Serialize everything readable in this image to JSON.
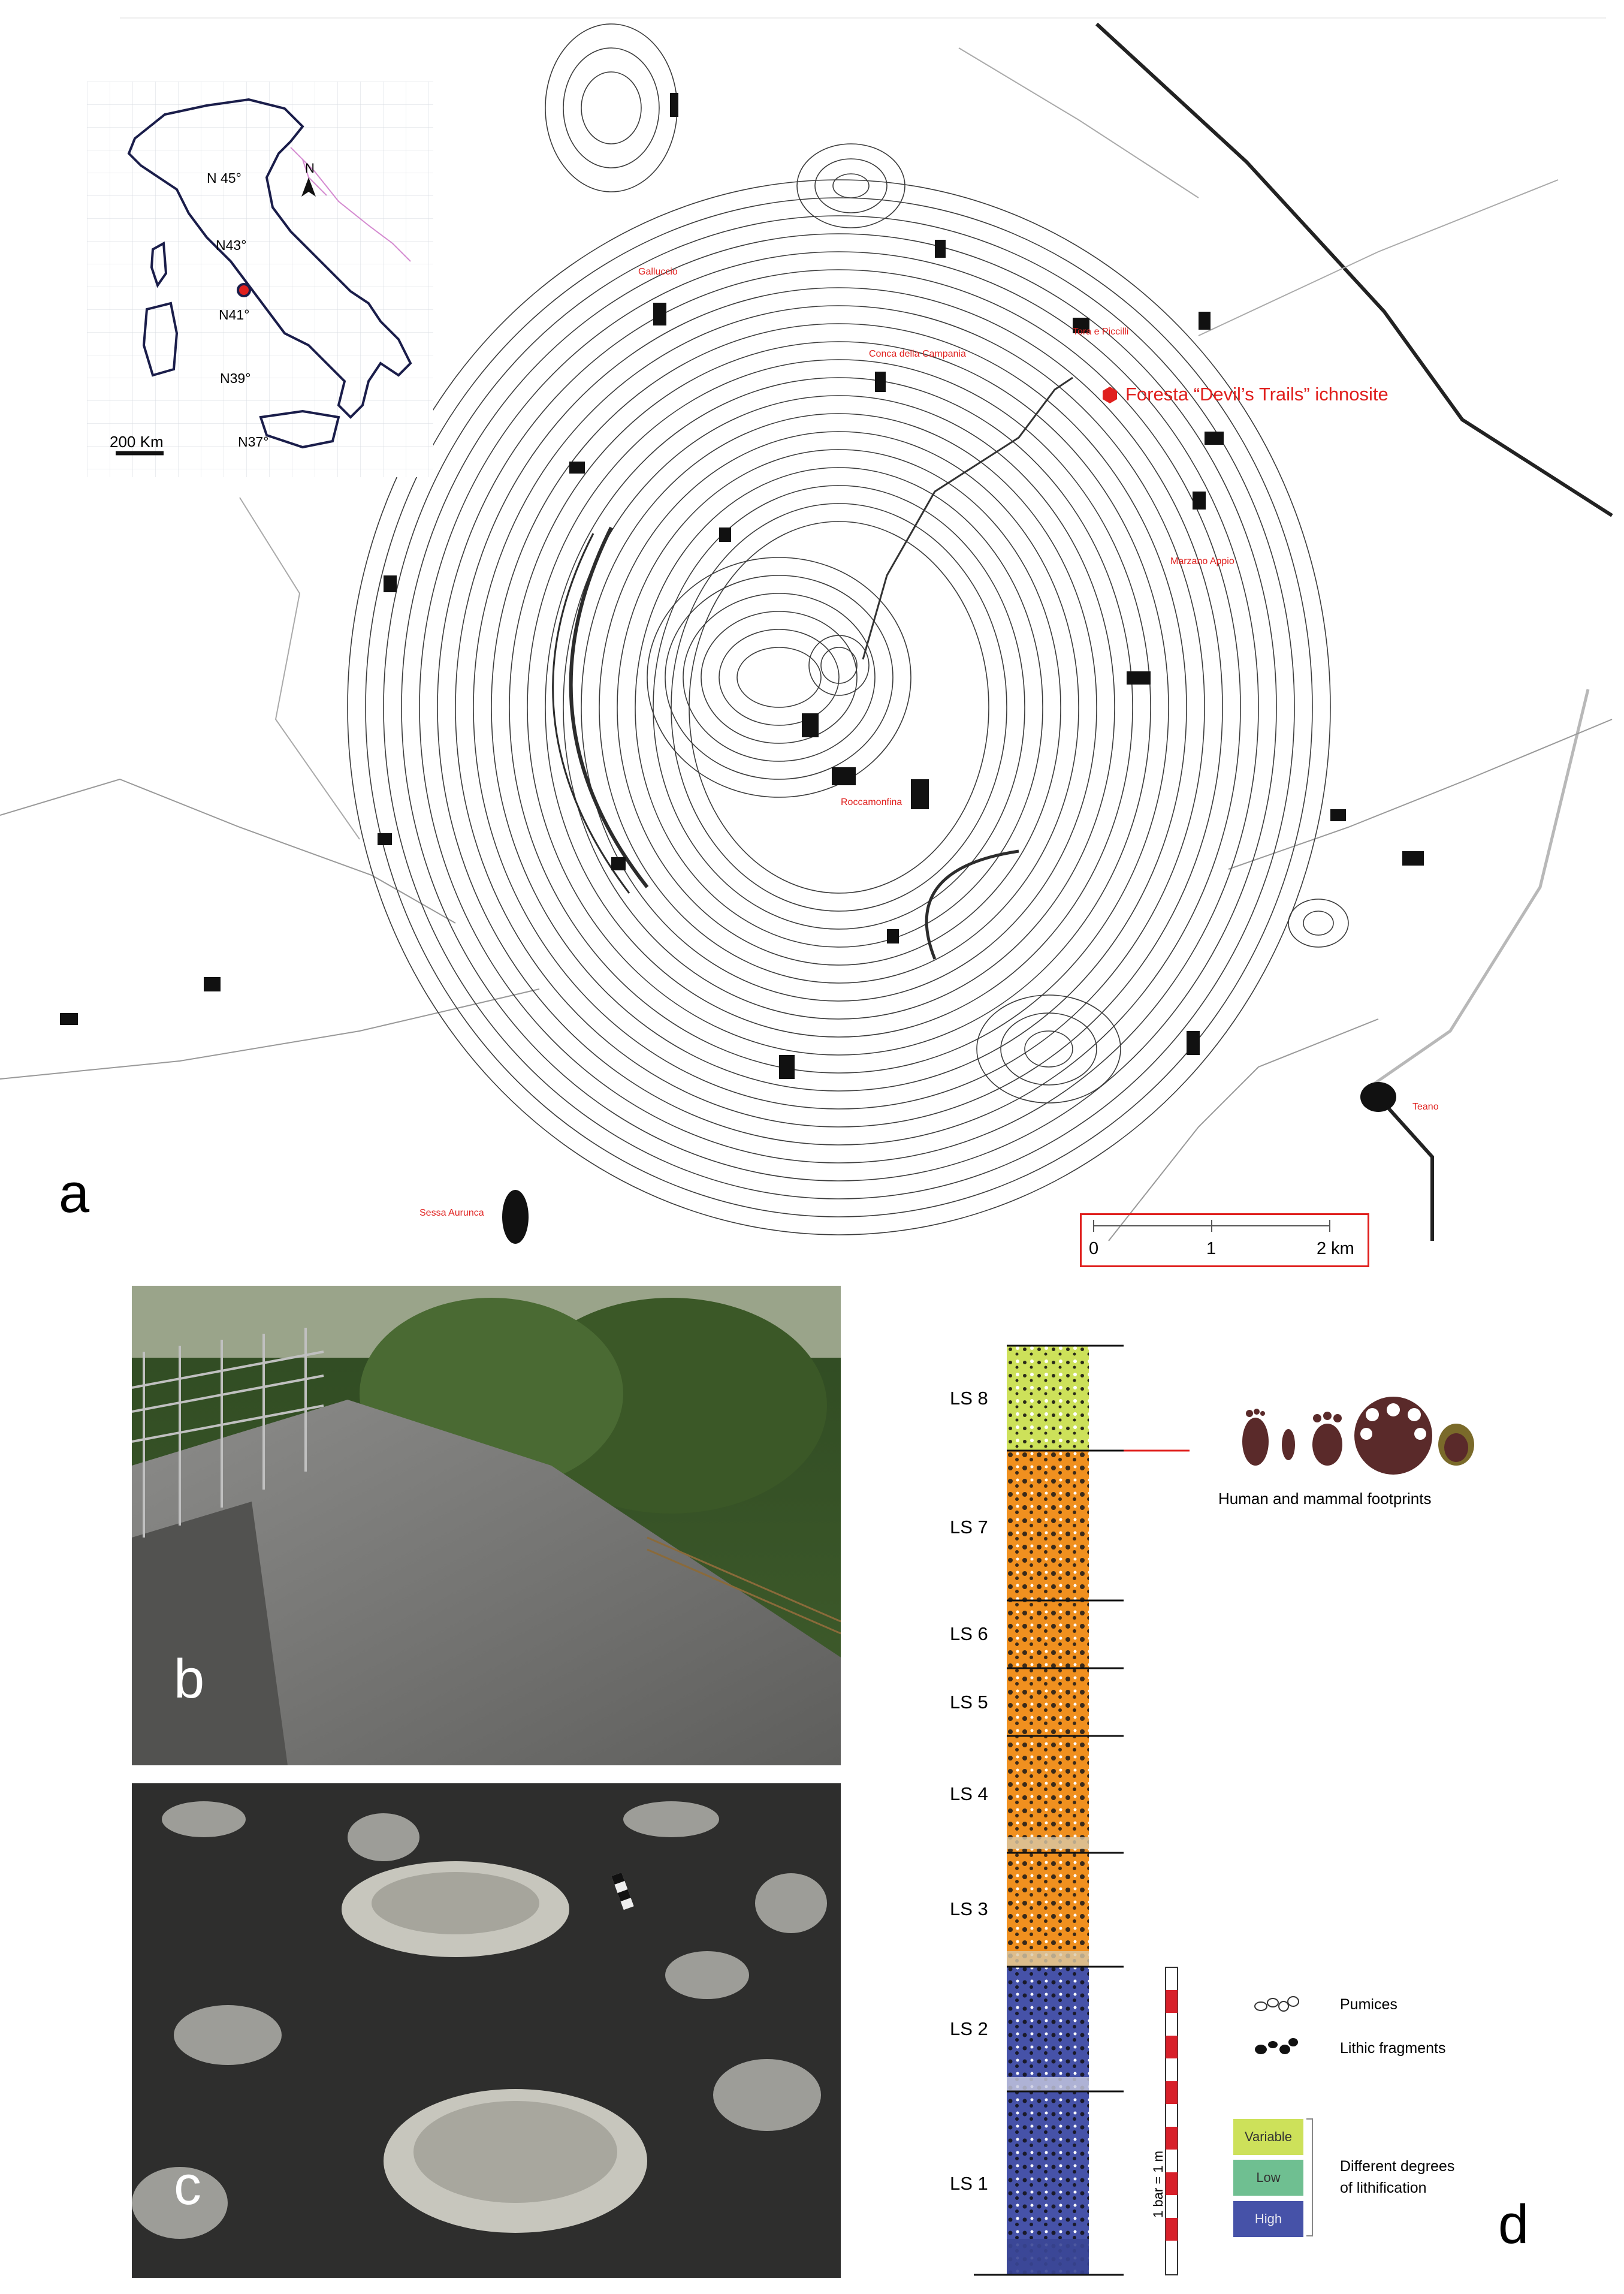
{
  "panels": {
    "a": "a",
    "b": "b",
    "c": "c",
    "d": "d"
  },
  "inset": {
    "north": "N",
    "latitudes": [
      "N 45°",
      "N43°",
      "N41°",
      "N39°",
      "N37°"
    ],
    "scale": "200 Km"
  },
  "map": {
    "site_label": "Foresta “Devil’s Trails” ichnosite",
    "towns": [
      "Galluccio",
      "Conca della Campania",
      "Tora e Piccilli",
      "Marzano Appio",
      "Roccamonfina",
      "Teano",
      "Sessa Aurunca"
    ],
    "scalebar": {
      "ticks": [
        "0",
        "1",
        "2 km"
      ]
    },
    "colors": {
      "labels": "#e0201e",
      "contours": "#3c3c3c",
      "site": "#e0201e"
    }
  },
  "section": {
    "units": [
      "LS 8",
      "LS 7",
      "LS 6",
      "LS 5",
      "LS 4",
      "LS 3",
      "LS 2",
      "LS 1"
    ],
    "footprints_caption": "Human and mammal footprints",
    "scale_note": "1 bar = 1 m",
    "legend": {
      "pumices": "Pumices",
      "lithics": "Lithic fragments",
      "degrees": [
        "Variable",
        "Low",
        "High"
      ],
      "degrees_title_1": "Different degrees",
      "degrees_title_2": "of lithification"
    },
    "colors": {
      "variable": "#cde15a",
      "low": "#6fbf91",
      "high": "#4652a8",
      "orange": "#f0901f",
      "footprint": "#5a2a2a"
    }
  }
}
